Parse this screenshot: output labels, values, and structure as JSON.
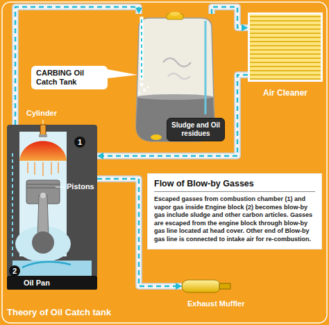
{
  "diagram": {
    "title": "Theory of Oil Catch tank",
    "nodes": [
      {
        "text": [
          "CARBING Oil Catch Tank"
        ]
      },
      {
        "text": [
          "Sludge and Oil residues"
        ],
        "in": 0
      },
      {
        "text": [
          "Air Cleaner"
        ]
      },
      {
        "text": [
          "Oil Pan"
        ]
      },
      {
        "text": [
          "Flow of Blow-by Gasses",
          "Escaped gasses from combustion chamber (1) and vapor gas inside Engine block (2) becomes blow-by gas include sludge and other carbon articles. Gasses are escaped from the engine block through blow-by gas line located at head cover. Other end of Blow-by gas line is connected to intake air for re-combustion."
        ]
      },
      {
        "text": [
          "Exhaust Muffler"
        ]
      }
    ],
    "edges": [
      {
        "from": 3,
        "to": 0,
        "arrow": "to"
      },
      {
        "from": 0,
        "to": 2,
        "arrow": "to"
      },
      {
        "from": 2,
        "to": 3,
        "arrow": "to"
      },
      {
        "from": 3,
        "to": 5,
        "arrow": "to"
      }
    ],
    "labels": [
      "Cylinder",
      "Pistons",
      "1",
      "2"
    ]
  }
}
